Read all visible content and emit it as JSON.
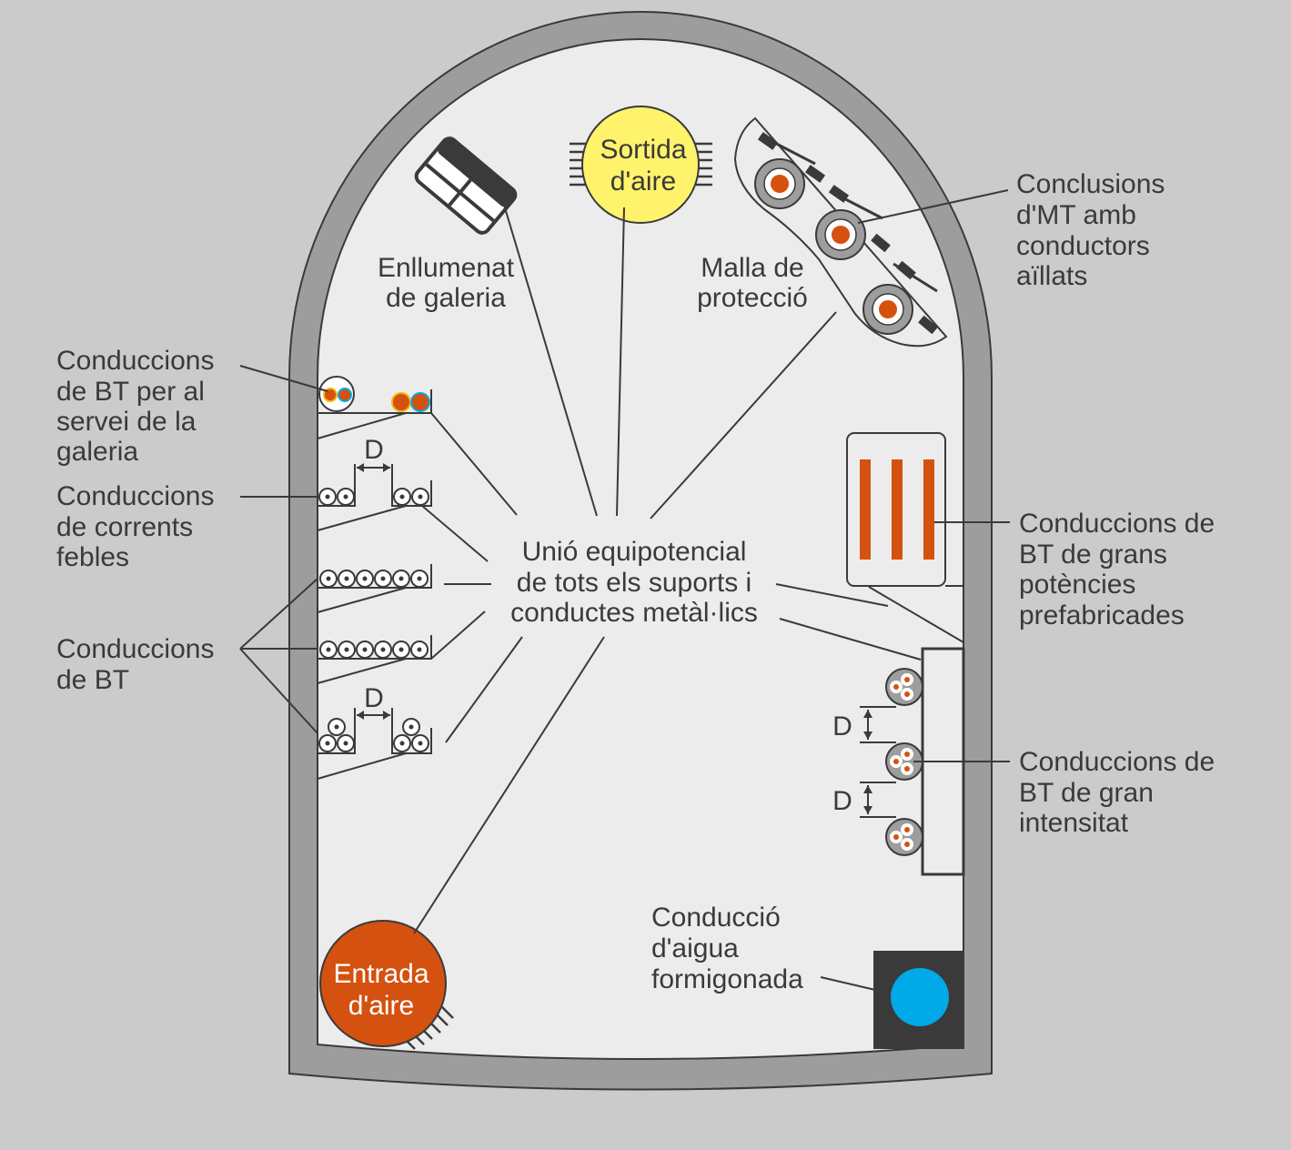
{
  "labels": {
    "enllumenat": [
      "Enllumenat",
      "de galeria"
    ],
    "sortida": [
      "Sortida",
      "d'aire"
    ],
    "malla": [
      "Malla de",
      "protecció"
    ],
    "conclusions_mt": [
      "Conclusions",
      "d'MT amb",
      "conductors",
      "aïllats"
    ],
    "bt_servei": [
      "Conduccions",
      "de BT per al",
      "servei de la",
      "galeria"
    ],
    "corrents_febles": [
      "Conduccions",
      "de corrents",
      "febles"
    ],
    "bt": [
      "Conduccions",
      "de BT"
    ],
    "unio": [
      "Unió equipotencial",
      "de tots els suports i",
      "conductes metàl·lics"
    ],
    "bt_grans_potencies": [
      "Conduccions de",
      "BT de grans",
      "potències",
      "prefabricades"
    ],
    "bt_gran_intensitat": [
      "Conduccions de",
      "BT de gran",
      "intensitat"
    ],
    "aigua": [
      "Conducció",
      "d'aigua",
      "formigonada"
    ],
    "entrada": [
      "Entrada",
      "d'aire"
    ],
    "dimension": "D"
  },
  "colors": {
    "background": "#cbcbcb",
    "wall": "#9d9d9d",
    "interior": "#ececec",
    "orange": "#d4510f",
    "yellow": "#fff36b",
    "blue": "#00a9e8",
    "dark": "#3a3a3a"
  }
}
